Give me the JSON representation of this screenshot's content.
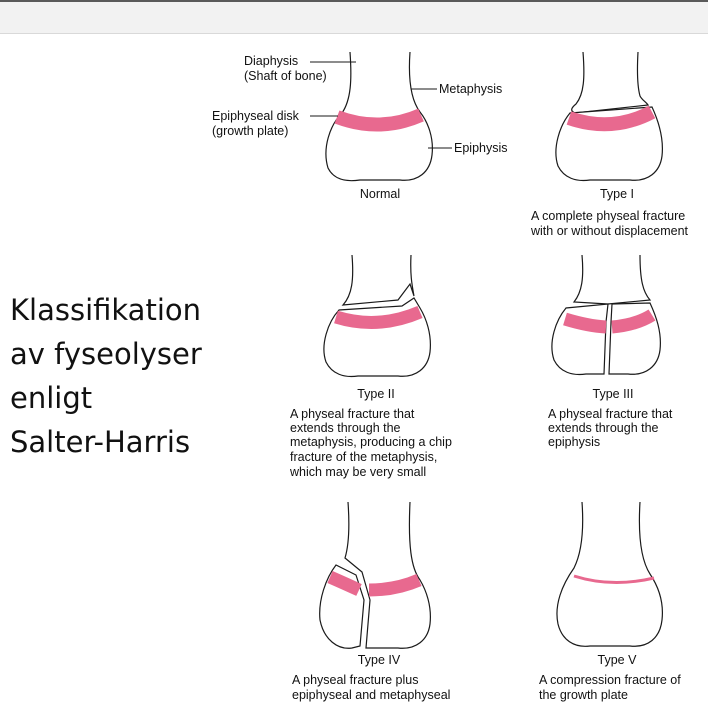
{
  "slide": {
    "title_lines": [
      "Klassifikation",
      "av fyseolyser",
      "enligt",
      "Salter-Harris"
    ]
  },
  "labels": {
    "diaphysis": [
      "Diaphysis",
      "(Shaft of bone)"
    ],
    "epiphyseal_disk": [
      "Epiphyseal disk",
      "(growth plate)"
    ],
    "metaphysis": "Metaphysis",
    "epiphysis": "Epiphysis"
  },
  "panels": [
    {
      "title": "Normal",
      "description": []
    },
    {
      "title": "Type I",
      "description": [
        "A complete physeal fracture",
        "with or without displacement"
      ]
    },
    {
      "title": "Type II",
      "description": [
        "A physeal fracture that",
        "extends through the",
        "metaphysis, producing a chip",
        "fracture of the metaphysis,",
        "which may be very small"
      ]
    },
    {
      "title": "Type III",
      "description": [
        "A physeal fracture that",
        "extends through the",
        "epiphysis"
      ]
    },
    {
      "title": "Type IV",
      "description": [
        "A physeal fracture plus",
        "epiphyseal and metaphyseal"
      ]
    },
    {
      "title": "Type V",
      "description": [
        "A compression fracture of",
        "the growth plate"
      ]
    }
  ],
  "colors": {
    "growth_plate": "#e8698f",
    "outline": "#1a1a1a"
  }
}
